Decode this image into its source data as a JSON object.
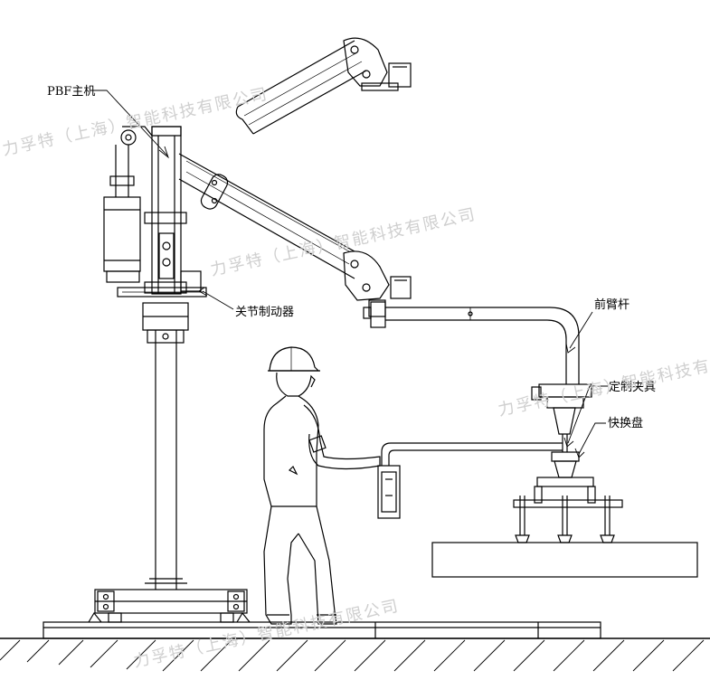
{
  "labels": {
    "host": "PBF主机",
    "joint_brake": "关节制动器",
    "forearm": "前臂杆",
    "fixture": "定制夹具",
    "quick_change": "快换盘"
  },
  "watermark": "力孚特（上海）智能科技有限公司",
  "colors": {
    "line": "#000000",
    "watermark": "#cfcfcf"
  }
}
